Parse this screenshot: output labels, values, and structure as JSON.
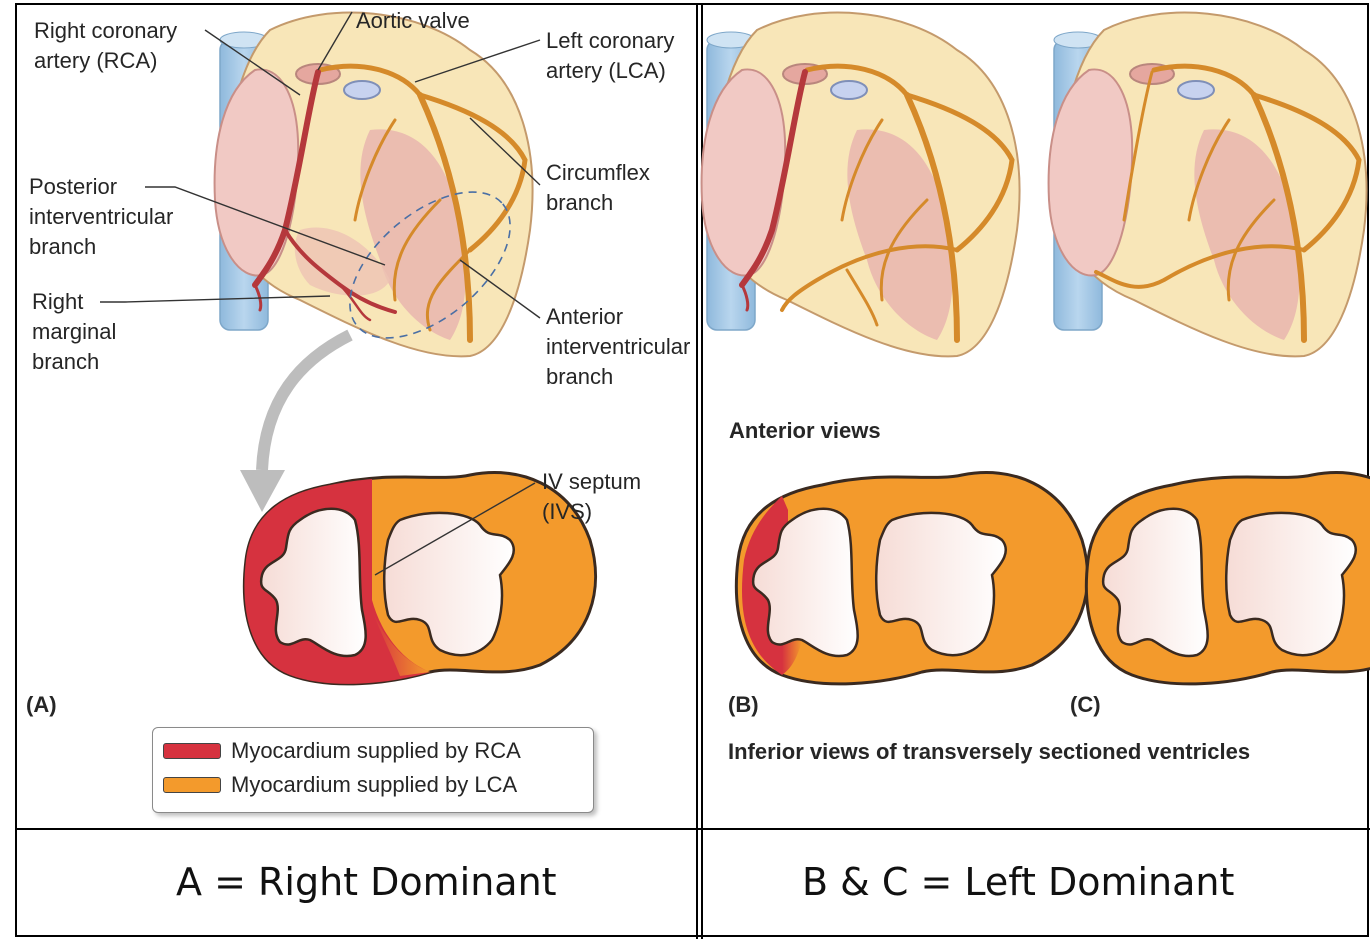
{
  "labels": {
    "rca": "Right coronary\nartery (RCA)",
    "aortic_valve": "Aortic valve",
    "lca": "Left coronary\nartery (LCA)",
    "circumflex": "Circumflex\nbranch",
    "posterior_iv": "Posterior\ninterventricular\nbranch",
    "right_marginal": "Right\nmarginal\nbranch",
    "anterior_iv": "Anterior\ninterventricular\nbranch",
    "iv_septum": "IV septum\n(IVS)",
    "panel_a": "(A)",
    "panel_b": "(B)",
    "panel_c": "(C)",
    "anterior_views": "Anterior views",
    "inferior_views": "Inferior views of transversely sectioned ventricles"
  },
  "legend": {
    "rca_label": "Myocardium supplied by RCA",
    "lca_label": "Myocardium supplied by LCA",
    "rca_color": "#d6323f",
    "lca_color": "#f39a2c"
  },
  "captions": {
    "left": "A = Right Dominant",
    "right": "B & C = Left Dominant"
  },
  "colors": {
    "heart_body": "#f8e6b8",
    "heart_pink": "#e9b5ae",
    "atrium": "#f1c9c4",
    "aorta": "#a9cbe6",
    "rca_artery": "#b5383c",
    "lca_artery": "#d58a2a",
    "rca_myocardium": "#d6323f",
    "lca_myocardium": "#f39a2c"
  }
}
